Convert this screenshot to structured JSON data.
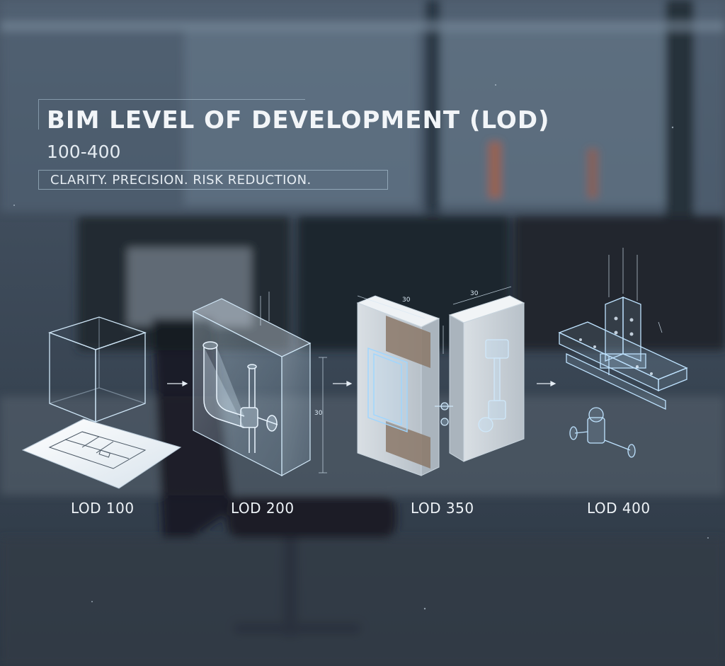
{
  "header": {
    "title": "BIM LEVEL OF DEVELOPMENT (LOD)",
    "subtitle": "100-400",
    "tagline": "CLARITY. PRECISION. RISK REDUCTION."
  },
  "stages": [
    {
      "label": "LOD 100",
      "icon": "massing-cube-icon"
    },
    {
      "label": "LOD 200",
      "icon": "translucent-wall-pipes-icon"
    },
    {
      "label": "LOD 350",
      "icon": "wall-assembly-icon"
    },
    {
      "label": "LOD 400",
      "icon": "steel-connection-icon"
    }
  ],
  "dimensions": {
    "lod200_height": "30",
    "lod350_top_left": "30",
    "lod350_top_right": "30"
  },
  "colors": {
    "background": "#3a4756",
    "text": "#f2f5f8",
    "hologram": "#bfe3ff"
  }
}
